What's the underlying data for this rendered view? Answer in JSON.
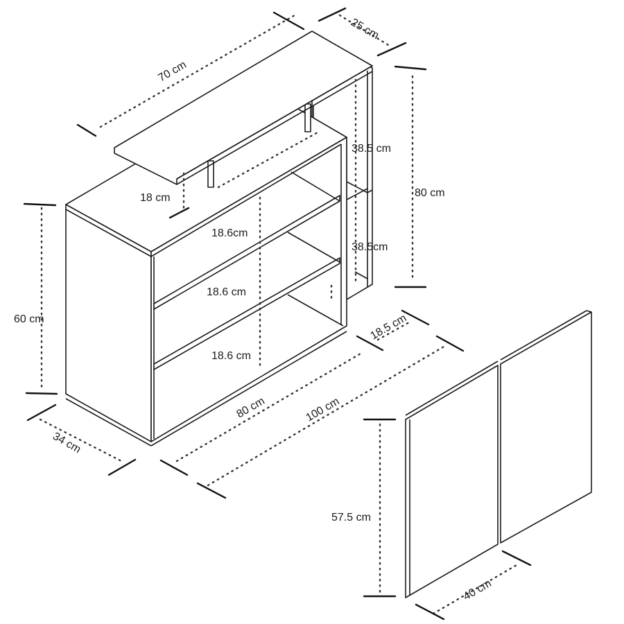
{
  "dimensions": {
    "top_width": "70 cm",
    "top_depth": "25 cm",
    "upper_gap_top": "38.5 cm",
    "upper_gap_bottom": "38.5cm",
    "total_height_right": "80 cm",
    "top_riser": "18 cm",
    "shelf_1": "18.6cm",
    "shelf_2": "18.6 cm",
    "shelf_3": "18.6 cm",
    "cabinet_height": "60 cm",
    "cabinet_depth": "34 cm",
    "cabinet_width": "80 cm",
    "total_width": "100 cm",
    "side_depth": "18.5 cm",
    "door_height": "57.5 cm",
    "door_width": "40 cm"
  }
}
